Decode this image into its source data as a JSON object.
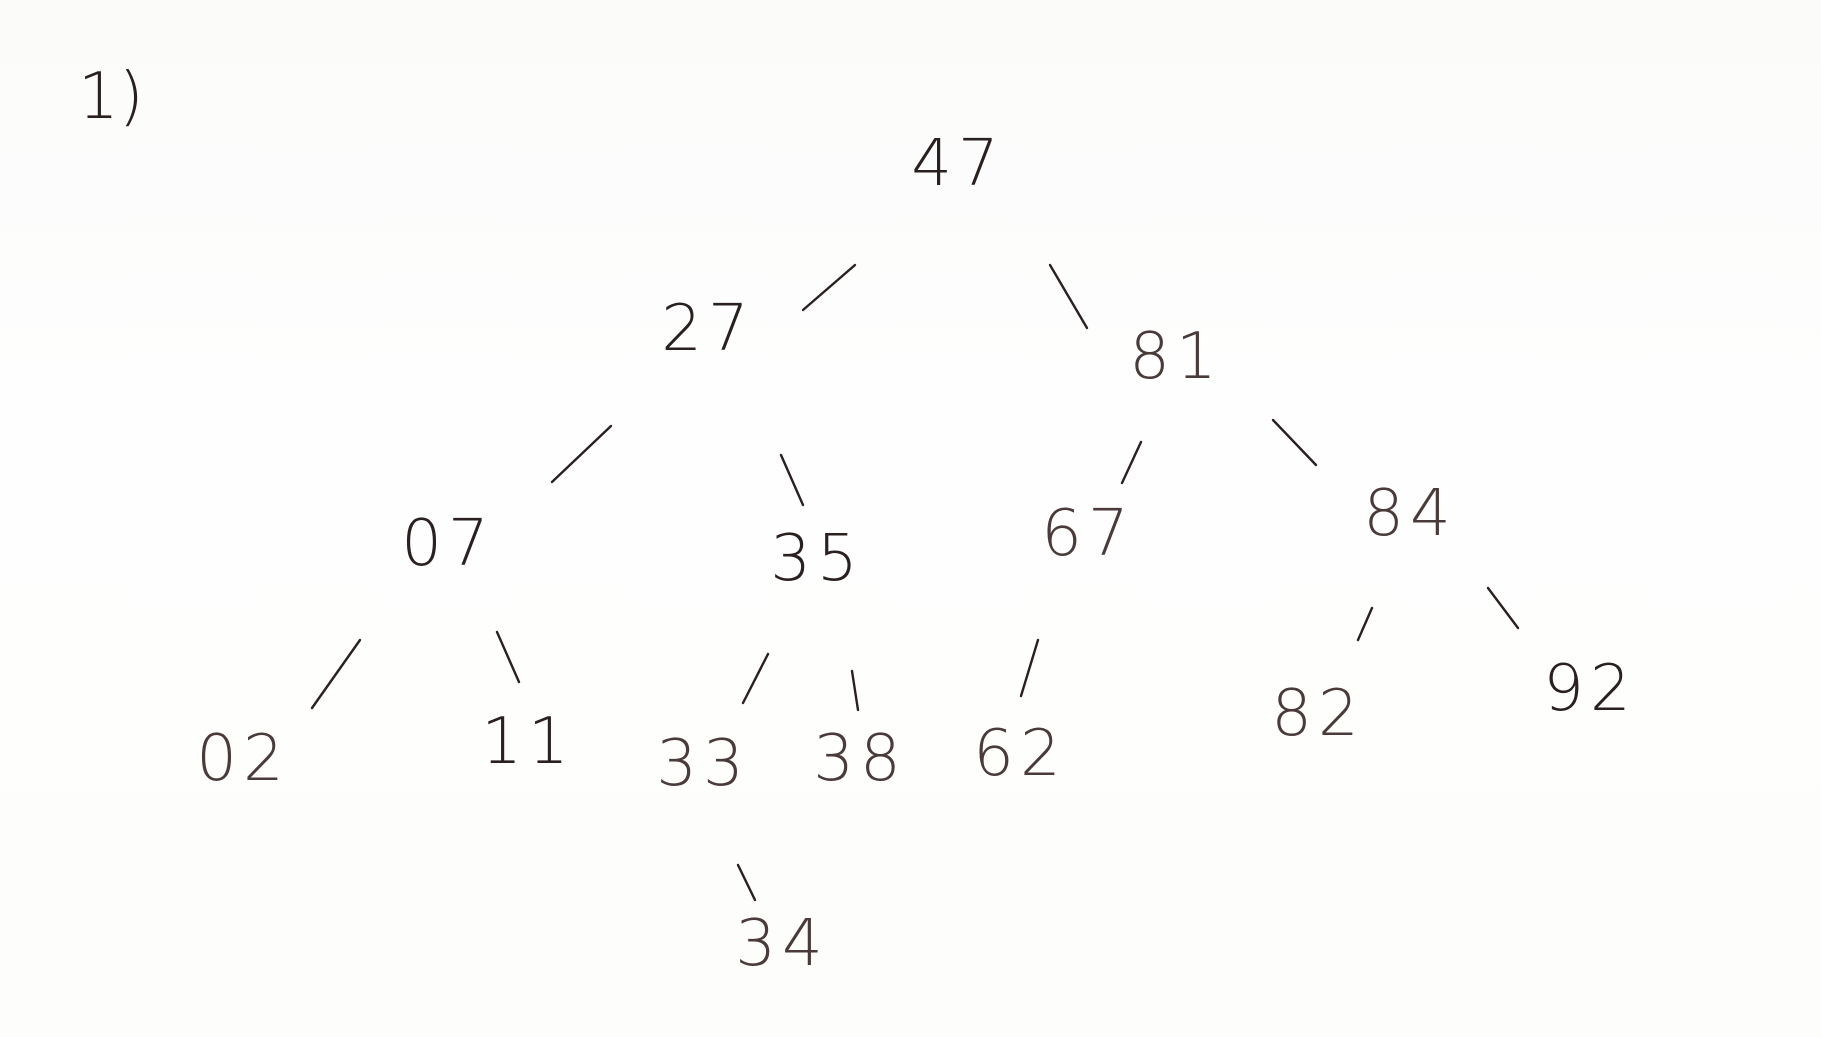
{
  "problem": {
    "number": "1)"
  },
  "tree": {
    "nodes": [
      {
        "id": "n47",
        "label": "47"
      },
      {
        "id": "n27",
        "label": "27"
      },
      {
        "id": "n81",
        "label": "81"
      },
      {
        "id": "n07",
        "label": "07"
      },
      {
        "id": "n35",
        "label": "35"
      },
      {
        "id": "n67",
        "label": "67"
      },
      {
        "id": "n84",
        "label": "84"
      },
      {
        "id": "n02",
        "label": "02"
      },
      {
        "id": "n11",
        "label": "11"
      },
      {
        "id": "n33",
        "label": "33"
      },
      {
        "id": "n38",
        "label": "38"
      },
      {
        "id": "n62",
        "label": "62"
      },
      {
        "id": "n82",
        "label": "82"
      },
      {
        "id": "n92",
        "label": "92"
      },
      {
        "id": "n34",
        "label": "34"
      }
    ],
    "edges": [
      {
        "from": "n47",
        "to": "n27"
      },
      {
        "from": "n47",
        "to": "n81"
      },
      {
        "from": "n27",
        "to": "n07"
      },
      {
        "from": "n27",
        "to": "n35"
      },
      {
        "from": "n81",
        "to": "n67"
      },
      {
        "from": "n81",
        "to": "n84"
      },
      {
        "from": "n07",
        "to": "n02"
      },
      {
        "from": "n07",
        "to": "n11"
      },
      {
        "from": "n35",
        "to": "n33"
      },
      {
        "from": "n35",
        "to": "n38"
      },
      {
        "from": "n67",
        "to": "n62"
      },
      {
        "from": "n84",
        "to": "n82"
      },
      {
        "from": "n84",
        "to": "n92"
      },
      {
        "from": "n33",
        "to": "n34"
      }
    ]
  }
}
